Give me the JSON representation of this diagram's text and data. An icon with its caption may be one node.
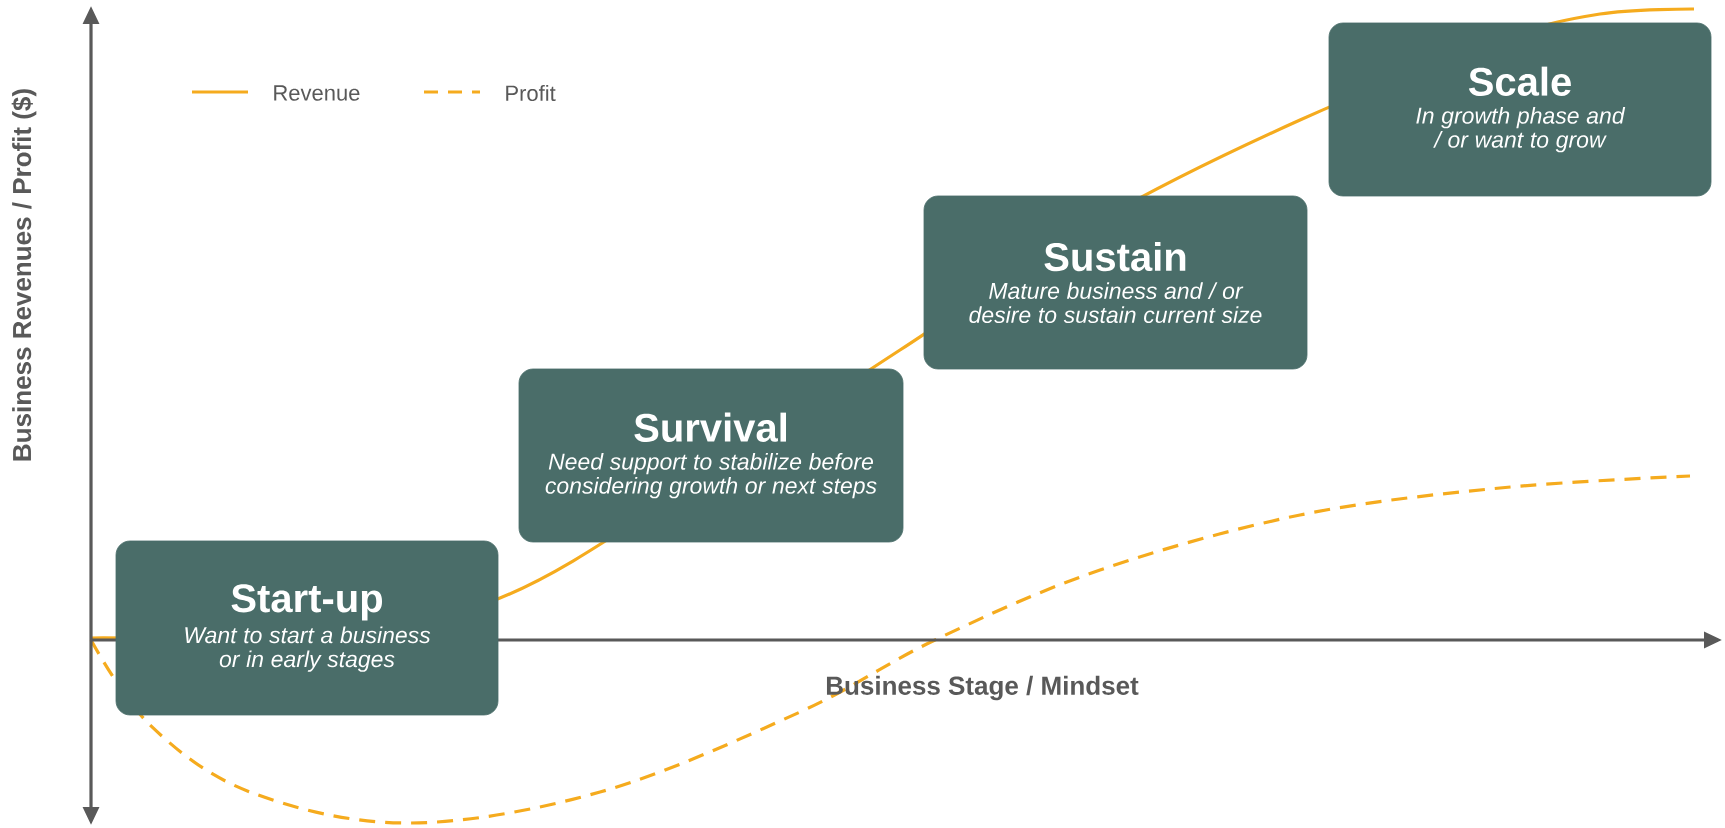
{
  "diagram": {
    "nodes": [
      {
        "text": [
          "Start-up",
          "Want to start a business or in early stages"
        ]
      },
      {
        "text": [
          "Survival",
          "Need support to stabilize before considering growth or next steps"
        ]
      },
      {
        "text": [
          "Sustain",
          "Mature business and / or desire to sustain current size"
        ]
      },
      {
        "text": [
          "Scale",
          "In growth phase and / or want to grow"
        ]
      }
    ],
    "labels": [
      "Business Revenues / Profit ($)",
      "Business Stage / Mindset"
    ],
    "legend": [
      {
        "text": "Revenue"
      },
      {
        "text": "Profit"
      }
    ]
  }
}
